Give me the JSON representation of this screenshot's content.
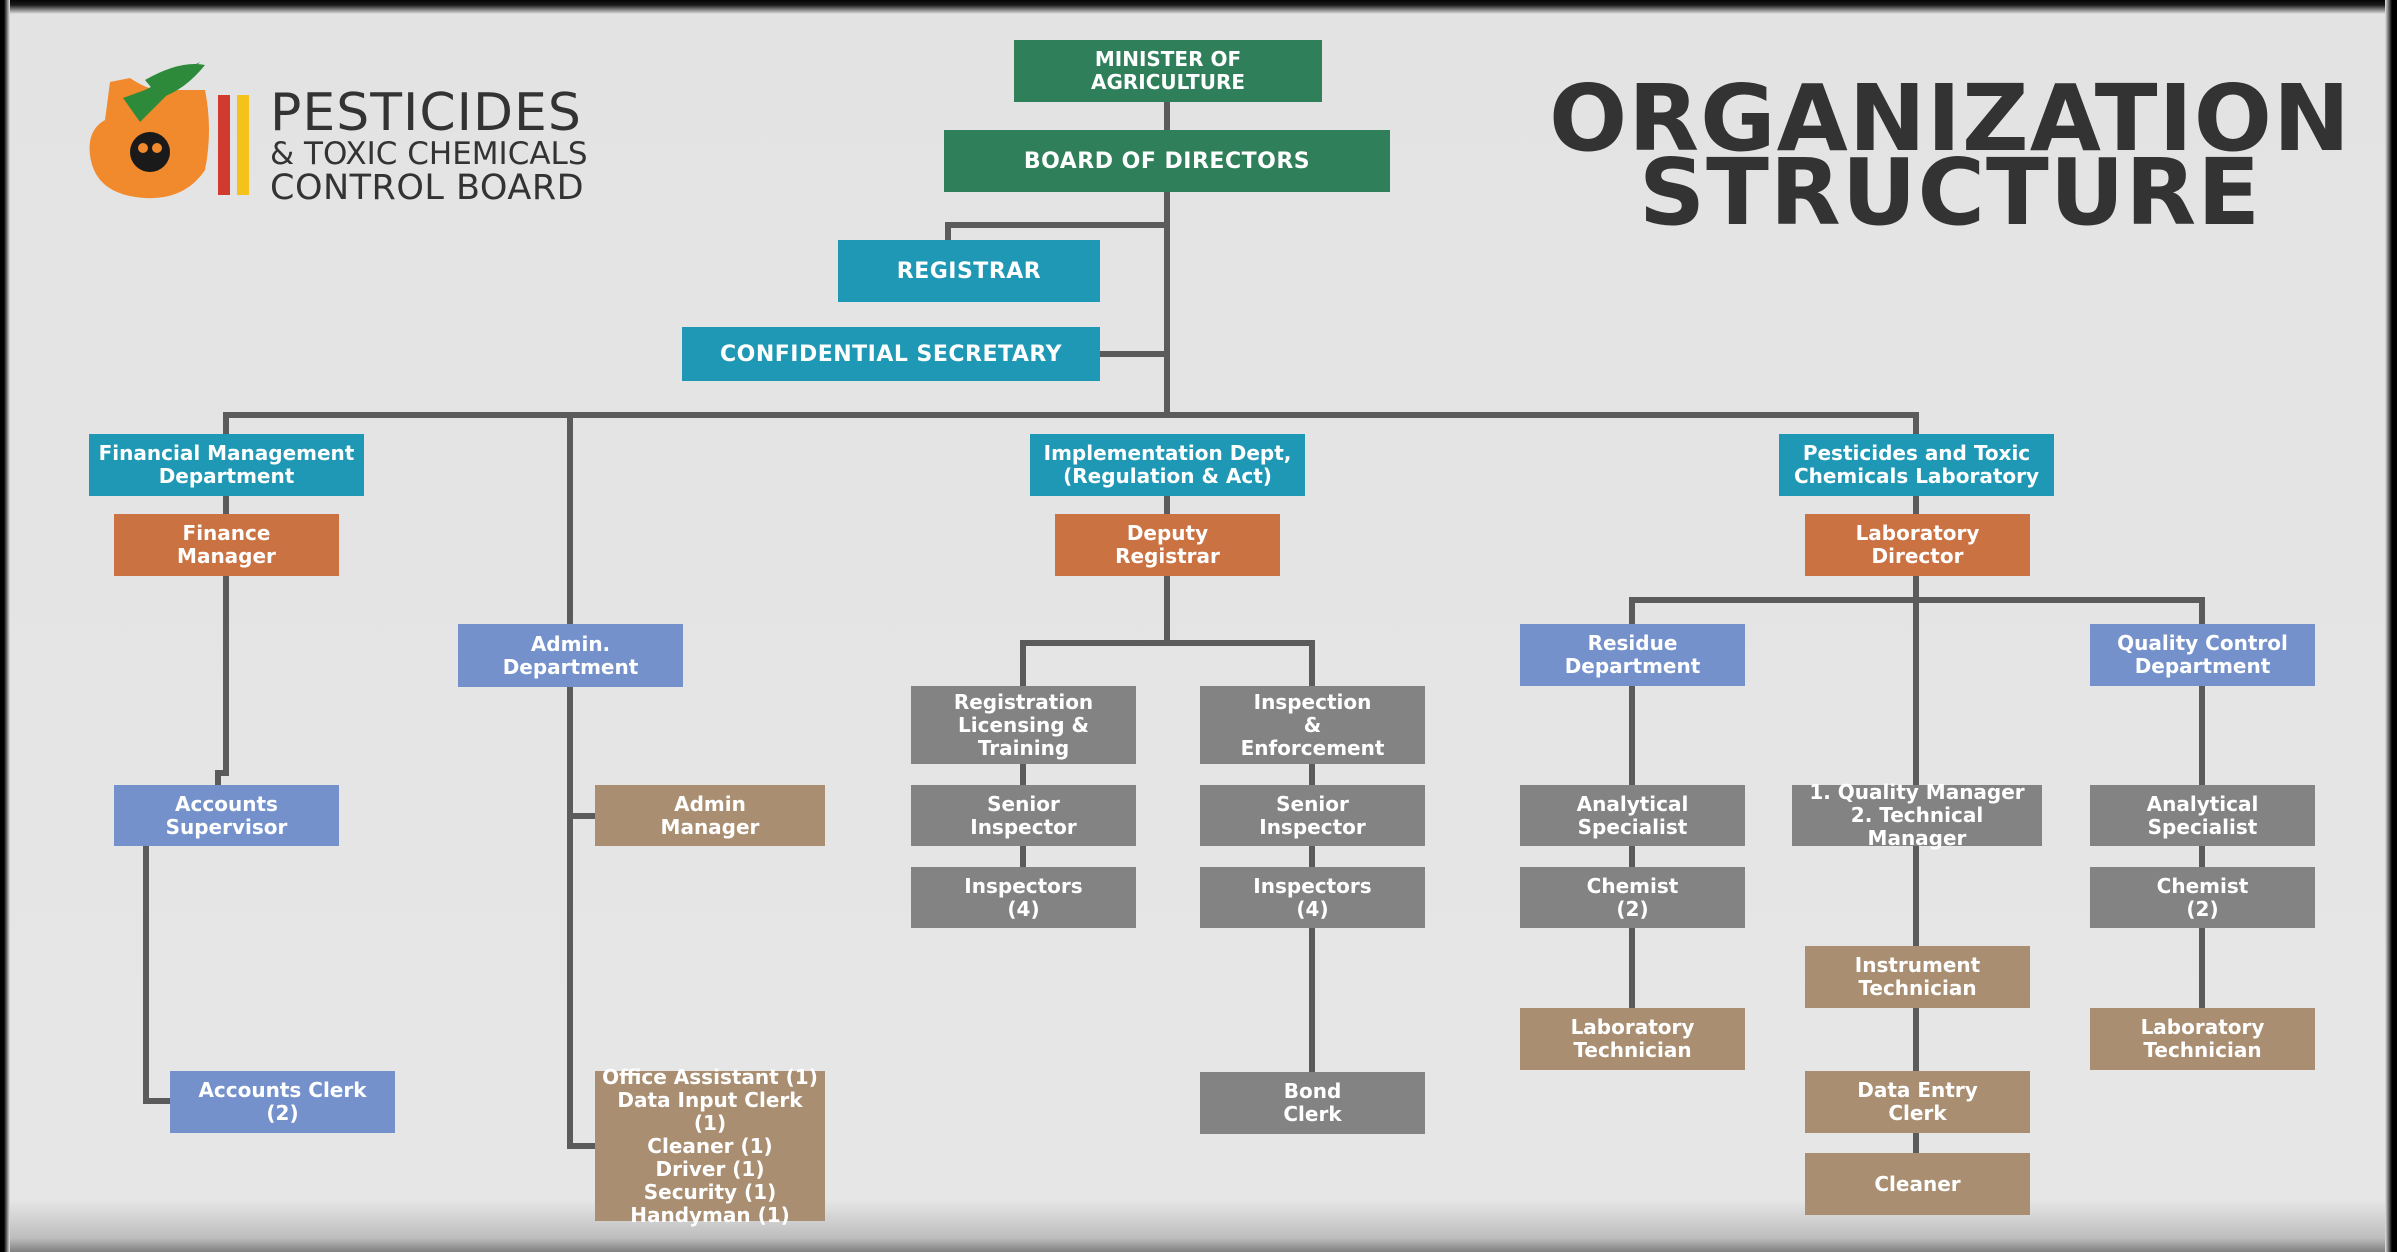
{
  "logo": {
    "line1": "PESTICIDES",
    "line2": "& TOXIC CHEMICALS",
    "line3": "CONTROL BOARD",
    "colors": {
      "orange": "#f08a2c",
      "green": "#2d8a3a",
      "red": "#d13a2e",
      "yellow": "#f5c21b"
    }
  },
  "title": {
    "line1": "ORGANIZATION",
    "line2": "STRUCTURE"
  },
  "colors": {
    "executive": "#2e7f5a",
    "department": "#1f98b5",
    "manager": "#cb7242",
    "sub_department": "#7491cc",
    "staff": "#838383",
    "support": "#a98e71",
    "connector": "#5b5b5b"
  },
  "nodes": {
    "minister": "MINISTER OF\nAGRICULTURE",
    "board": "BOARD OF DIRECTORS",
    "registrar": "REGISTRAR",
    "confidential_secretary": "CONFIDENTIAL SECRETARY",
    "fin_dept": "Financial Management\nDepartment",
    "finance_manager": "Finance\nManager",
    "accounts_supervisor": "Accounts\nSupervisor",
    "accounts_clerk": "Accounts  Clerk\n(2)",
    "admin_dept": "Admin.\nDepartment",
    "admin_manager": "Admin\nManager",
    "admin_staff": "Office Assistant (1)\nData Input Clerk (1)\nCleaner (1)\nDriver (1)\nSecurity (1)\nHandyman (1)",
    "impl_dept": "Implementation Dept,\n(Regulation & Act)",
    "deputy_registrar": "Deputy\nRegistrar",
    "reg_licensing": "Registration\nLicensing &\nTraining",
    "reg_senior_inspector": "Senior\nInspector",
    "reg_inspectors": "Inspectors\n(4)",
    "inspection_enf": "Inspection\n&\nEnforcement",
    "insp_senior_inspector": "Senior\nInspector",
    "insp_inspectors": "Inspectors\n(4)",
    "bond_clerk": "Bond\nClerk",
    "lab": "Pesticides and Toxic\nChemicals Laboratory",
    "lab_director": "Laboratory\nDirector",
    "residue_dept": "Residue\nDepartment",
    "res_analytical": "Analytical\nSpecialist",
    "res_chemist": "Chemist\n(2)",
    "res_lab_tech": "Laboratory\nTechnician",
    "qm_tm": "1. Quality Manager\n2. Technical Manager",
    "instrument_tech": "Instrument\nTechnician",
    "data_entry": "Data Entry\nClerk",
    "cleaner": "Cleaner",
    "qc_dept": "Quality Control\nDepartment",
    "qc_analytical": "Analytical\nSpecialist",
    "qc_chemist": "Chemist\n(2)",
    "qc_lab_tech": "Laboratory\nTechnician"
  }
}
